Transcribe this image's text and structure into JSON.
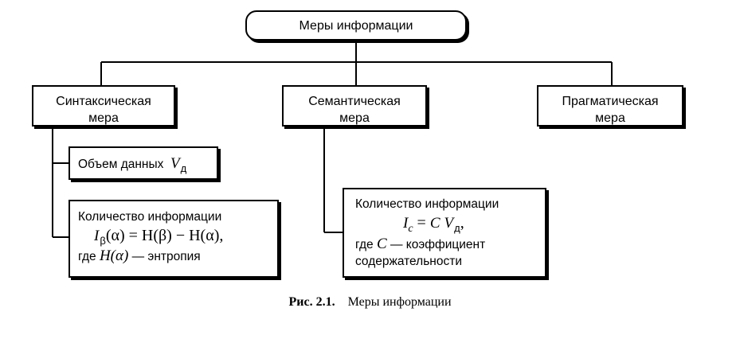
{
  "diagram": {
    "root": {
      "label": "Меры  информации"
    },
    "measures": {
      "syntactic": {
        "line1": "Синтаксическая",
        "line2": "мера"
      },
      "semantic": {
        "line1": "Семантическая",
        "line2": "мера"
      },
      "pragmatic": {
        "line1": "Прагматическая",
        "line2": "мера"
      }
    },
    "data_volume": {
      "label": "Объем данных",
      "symbol": "V",
      "symbol_sub": "д"
    },
    "syntactic_info": {
      "title": "Количество информации",
      "formula_lhs": "I",
      "formula_lhs_sub": "β",
      "formula_rest": "(α) = H(β) − H(α),",
      "where": "где",
      "where_symbol": "H(α)",
      "where_text": "— энтропия"
    },
    "semantic_info": {
      "title": "Количество информации",
      "formula_lhs": "I",
      "formula_lhs_sub": "c",
      "formula_eq": " = ",
      "formula_c": "C",
      "formula_v": "V",
      "formula_v_sub": "д",
      "formula_end": ",",
      "where": "где",
      "where_symbol": "C",
      "where_text": "— коэффициент",
      "line_last": "содержательности"
    },
    "caption": {
      "number": "Рис. 2.1.",
      "text": "Меры информации"
    }
  }
}
